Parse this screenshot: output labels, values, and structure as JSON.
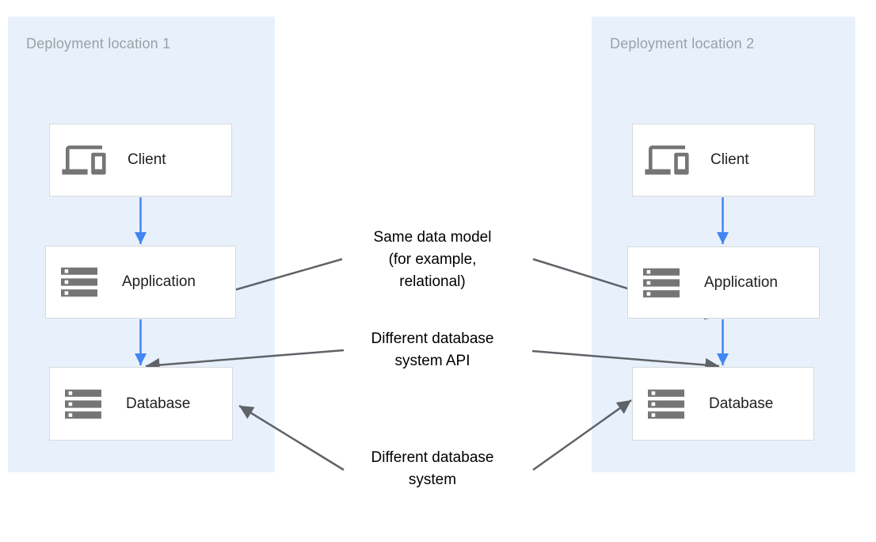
{
  "colors": {
    "panel_bg": "#E8F1FB",
    "panel_title": "#9AA0A6",
    "box_bg": "#FFFFFF",
    "box_border": "#D6D9DC",
    "icon_gray": "#757575",
    "label_text": "#212121",
    "annotation_text": "#000000",
    "flow_arrow_blue": "#4285F4",
    "annotation_arrow_gray": "#5F6368"
  },
  "panels": [
    {
      "title": "Deployment location 1",
      "boxes": [
        {
          "label": "Client",
          "icon": "devices-icon"
        },
        {
          "label": "Application",
          "icon": "storage-icon"
        },
        {
          "label": "Database",
          "icon": "storage-icon"
        }
      ]
    },
    {
      "title": "Deployment location 2",
      "boxes": [
        {
          "label": "Client",
          "icon": "devices-icon"
        },
        {
          "label": "Application",
          "icon": "storage-icon"
        },
        {
          "label": "Database",
          "icon": "storage-icon"
        }
      ]
    }
  ],
  "annotations": [
    {
      "lines": [
        "Same data model",
        "(for example,",
        "relational)"
      ]
    },
    {
      "lines": [
        "Different database",
        "system API"
      ]
    },
    {
      "lines": [
        "Different database",
        "system"
      ]
    }
  ]
}
